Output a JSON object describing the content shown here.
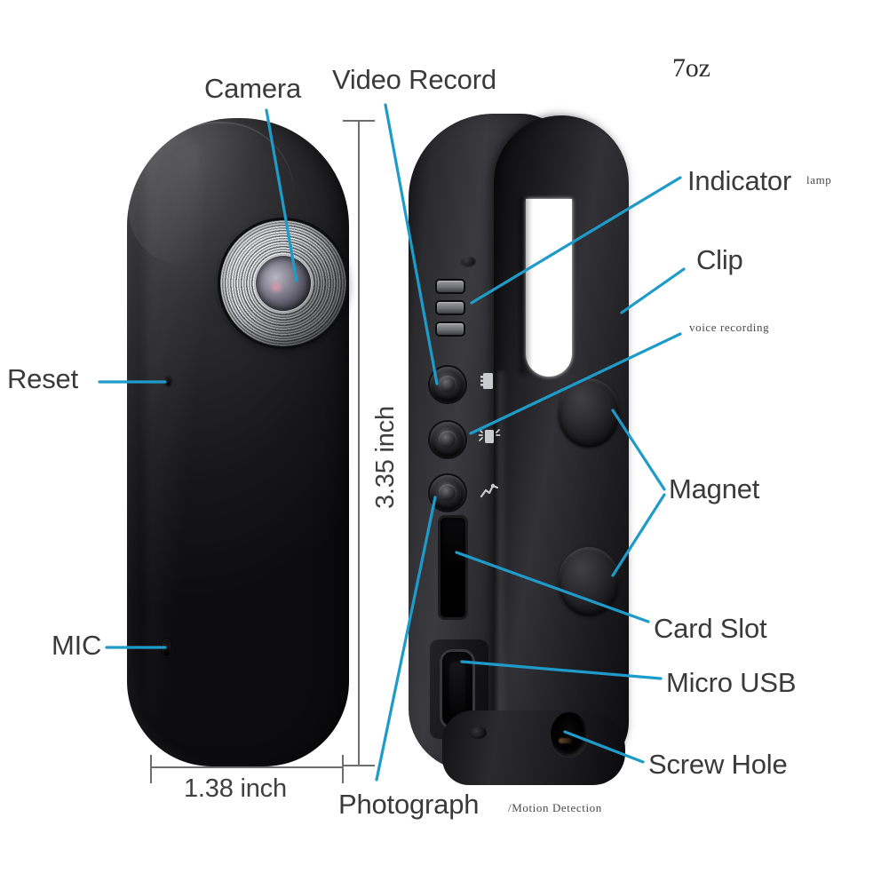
{
  "diagram": {
    "title_note": "7oz",
    "labels": {
      "camera": "Camera",
      "video_record": "Video Record",
      "weight": "7oz",
      "indicator": "Indicator",
      "indicator_suffix": "lamp",
      "clip": "Clip",
      "voice_recording": "voice  recording",
      "magnet": "Magnet",
      "card_slot": "Card Slot",
      "micro_usb": "Micro USB",
      "screw_hole": "Screw Hole",
      "reset": "Reset",
      "mic": "MIC",
      "photograph": "Photograph",
      "photograph_suffix": "/Motion Detection"
    },
    "dimensions": {
      "height": "3.35 inch",
      "width": "1.38 inch"
    },
    "colors": {
      "leader_line": "#1f9bc9",
      "label_text": "#3a3a3a",
      "dimension_line": "#6e6e6e",
      "body_dark": "#1a1a1d",
      "background": "#ffffff"
    },
    "parts": [
      {
        "name": "camera-lens",
        "view": "front",
        "label": "Camera"
      },
      {
        "name": "reset-pinhole",
        "view": "front",
        "label": "Reset"
      },
      {
        "name": "mic-port",
        "view": "front",
        "label": "MIC"
      },
      {
        "name": "indicator-led",
        "view": "back",
        "label": "Indicator lamp"
      },
      {
        "name": "video-record-button",
        "view": "back",
        "label": "Video Record"
      },
      {
        "name": "voice-recording-button",
        "view": "back",
        "label": "voice recording"
      },
      {
        "name": "photograph-button",
        "view": "back",
        "label": "Photograph /Motion Detection"
      },
      {
        "name": "card-slot",
        "view": "back",
        "label": "Card Slot"
      },
      {
        "name": "micro-usb-port",
        "view": "back",
        "label": "Micro USB"
      },
      {
        "name": "magnet-pad",
        "view": "back",
        "label": "Magnet",
        "count": 2
      },
      {
        "name": "clip",
        "view": "back",
        "label": "Clip"
      },
      {
        "name": "screw-hole",
        "view": "back",
        "label": "Screw Hole"
      }
    ]
  }
}
